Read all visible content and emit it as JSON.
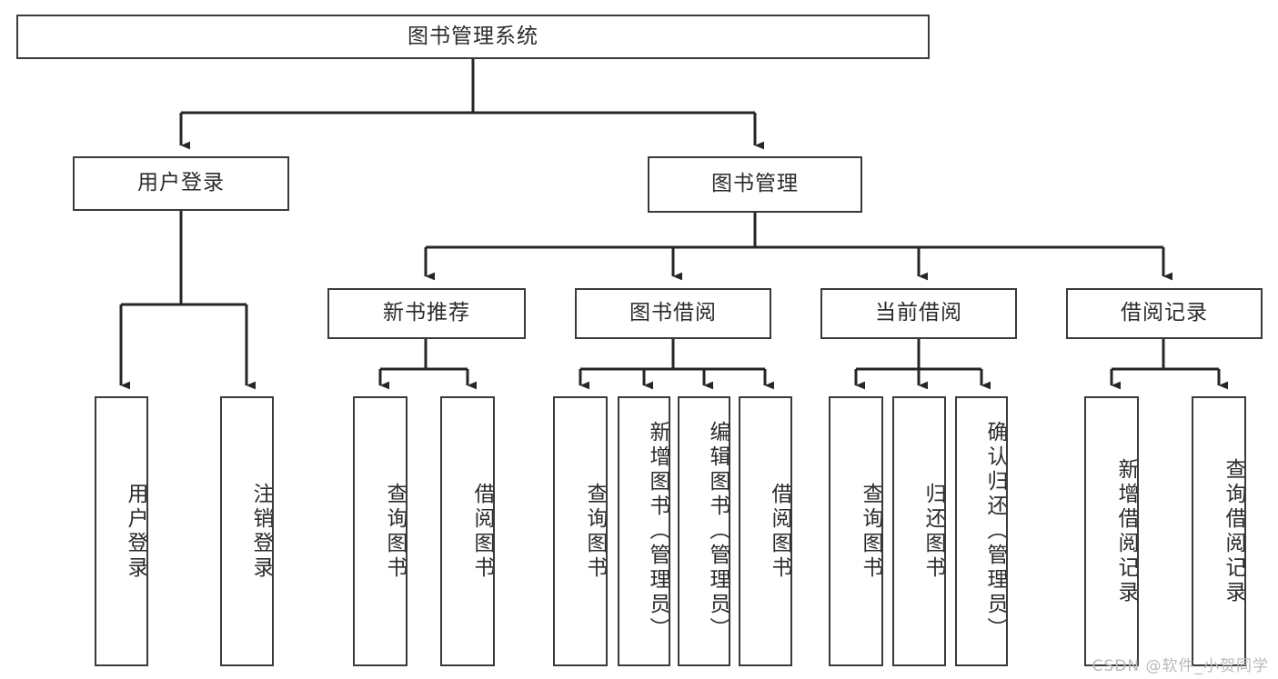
{
  "diagram": {
    "title": "图书管理系统",
    "type": "tree-hierarchy-chart",
    "root": {
      "label": "图书管理系统"
    },
    "level2": [
      {
        "label": "用户登录"
      },
      {
        "label": "图书管理"
      }
    ],
    "level3": [
      {
        "label": "新书推荐"
      },
      {
        "label": "图书借阅"
      },
      {
        "label": "当前借阅"
      },
      {
        "label": "借阅记录"
      }
    ],
    "leaves": {
      "user_login": [
        {
          "label": "用户登录"
        },
        {
          "label": "注销登录"
        }
      ],
      "new_book_recommend": [
        {
          "label": "查询图书"
        },
        {
          "label": "借阅图书"
        }
      ],
      "book_borrow": [
        {
          "label": "查询图书"
        },
        {
          "label": "新增图书（管理员）"
        },
        {
          "label": "编辑图书（管理员）"
        },
        {
          "label": "借阅图书"
        }
      ],
      "current_borrow": [
        {
          "label": "查询图书"
        },
        {
          "label": "归还图书"
        },
        {
          "label": "确认归还（管理员）"
        }
      ],
      "borrow_record": [
        {
          "label": "新增借阅记录"
        },
        {
          "label": "查询借阅记录"
        }
      ]
    }
  },
  "watermark": {
    "text": "CSDN @软件_小贺同学"
  },
  "colors": {
    "box_border": "#3a3a3a",
    "box_fill": "#ffffff",
    "connector": "#262626",
    "text": "#2b2b2b",
    "watermark": "#b9b9b9",
    "background": "#ffffff"
  }
}
